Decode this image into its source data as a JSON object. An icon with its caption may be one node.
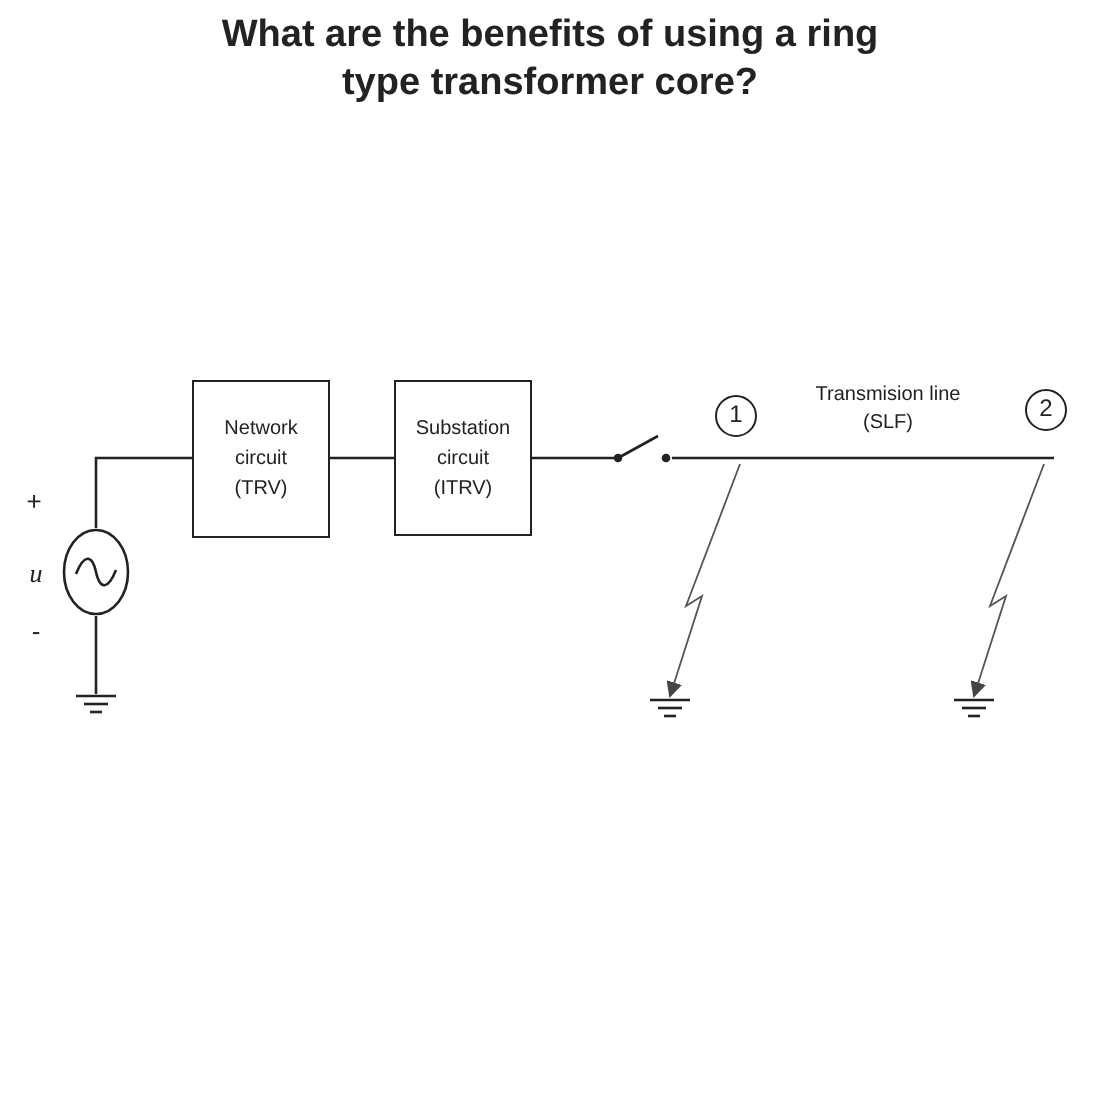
{
  "diagram": {
    "title": "What are the benefits of using a ring type transformer core?",
    "nodes": [
      {
        "text": [],
        "shape": "circle"
      },
      {
        "text": [
          "Network circuit (TRV)"
        ]
      },
      {
        "text": [
          "Substation circuit (ITRV)"
        ]
      },
      {
        "text": [],
        "shape": "switch"
      },
      {
        "text": [],
        "shape": "ground"
      },
      {
        "text": [],
        "shape": "ground"
      },
      {
        "text": [],
        "shape": "ground"
      }
    ],
    "edges": [
      {
        "from": 0,
        "to": 1,
        "arrow": "none"
      },
      {
        "from": 1,
        "to": 2,
        "arrow": "none"
      },
      {
        "from": 2,
        "to": 3,
        "arrow": "none"
      },
      {
        "from": 0,
        "to": 4,
        "arrow": "none"
      },
      {
        "from": 3,
        "to": null,
        "arrow": "none"
      },
      {
        "from": null,
        "to": 5,
        "arrow": "to",
        "color": "#555555"
      },
      {
        "from": null,
        "to": 6,
        "arrow": "to",
        "color": "#555555"
      }
    ],
    "labels": [
      "+",
      "u",
      "-",
      "1",
      "Transmision line (SLF)",
      "2"
    ]
  }
}
